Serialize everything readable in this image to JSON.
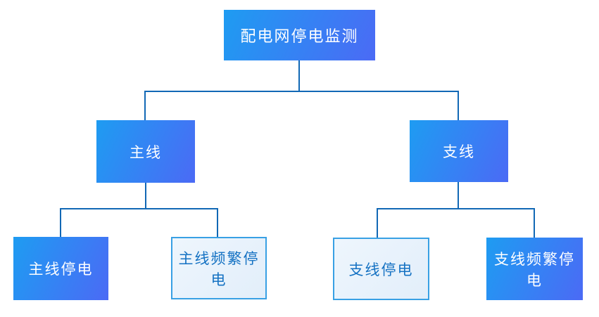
{
  "diagram": {
    "type": "tree",
    "title": "配电网停电监测",
    "nodes": {
      "root": {
        "label": "配电网停电监测",
        "style": "solid"
      },
      "main_line": {
        "label": "主线",
        "style": "solid"
      },
      "branch_line": {
        "label": "支线",
        "style": "solid"
      },
      "main_line_outage": {
        "label": "主线停电",
        "style": "solid"
      },
      "main_line_frequent_outage": {
        "label": "主线频繁停电",
        "style": "light"
      },
      "branch_line_outage": {
        "label": "支线停电",
        "style": "light"
      },
      "branch_line_frequent_outage": {
        "label": "支线频繁停电",
        "style": "solid"
      }
    },
    "edges": [
      {
        "from": "root",
        "to": "main_line"
      },
      {
        "from": "root",
        "to": "branch_line"
      },
      {
        "from": "main_line",
        "to": "main_line_outage"
      },
      {
        "from": "main_line",
        "to": "main_line_frequent_outage"
      },
      {
        "from": "branch_line",
        "to": "branch_line_outage"
      },
      {
        "from": "branch_line",
        "to": "branch_line_frequent_outage"
      }
    ],
    "colors": {
      "node_gradient_start": "#1e9cf2",
      "node_gradient_end": "#4b6af5",
      "light_node_bg_start": "#eef6fd",
      "light_node_bg_end": "#e2eefa",
      "light_node_border": "#38a0e4",
      "light_node_text": "#1572c3",
      "connector": "#1168b5",
      "solid_node_text": "#ffffff"
    }
  }
}
